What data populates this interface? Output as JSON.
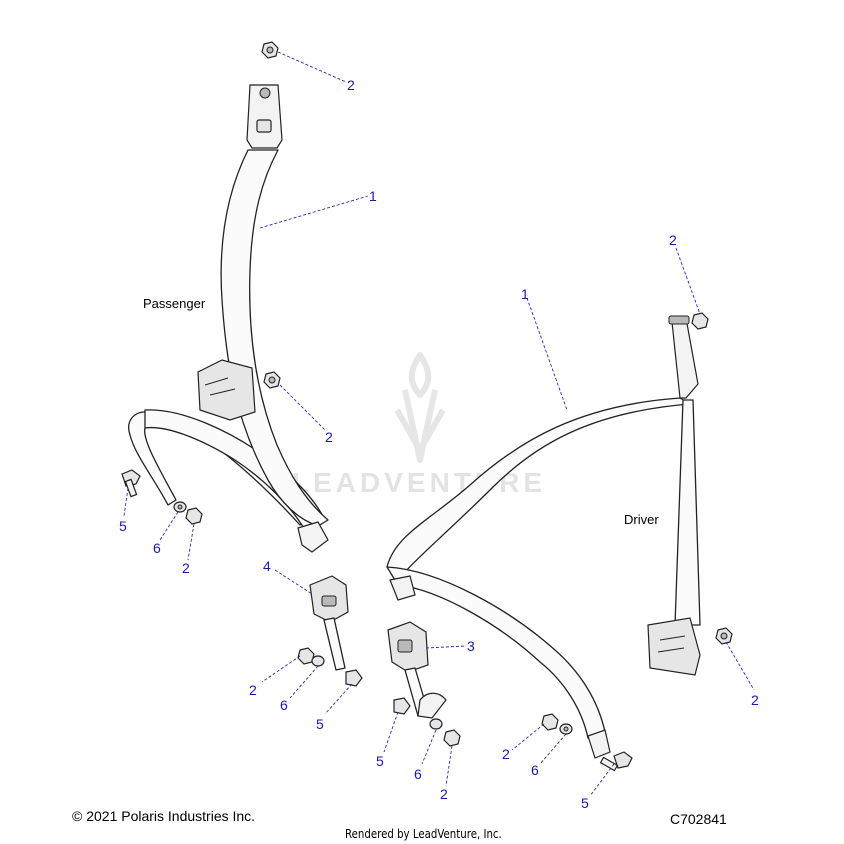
{
  "labels": {
    "passenger": "Passenger",
    "driver": "Driver"
  },
  "callouts": {
    "p_nut_top": "2",
    "p_belt": "1",
    "p_nut_mid": "2",
    "p_bolt": "5",
    "p_washer": "6",
    "p_nut_low": "2",
    "buckle_left": "4",
    "bl_nut": "2",
    "bl_washer": "6",
    "bl_bolt": "5",
    "buckle_right": "3",
    "br_bolt": "5",
    "br_washer": "6",
    "br_nut": "2",
    "d_nut_top": "2",
    "d_belt": "1",
    "d_nut_retractor": "2",
    "d_nut_low": "2",
    "d_washer": "6",
    "d_bolt": "5"
  },
  "footer": {
    "copyright": "© 2021 Polaris Industries Inc.",
    "rendered_by": "Rendered by LeadVenture, Inc.",
    "diagram_id": "C702841"
  },
  "watermark": {
    "text": "LEADVENTURE",
    "icon": "leadventure-flame-logo"
  }
}
